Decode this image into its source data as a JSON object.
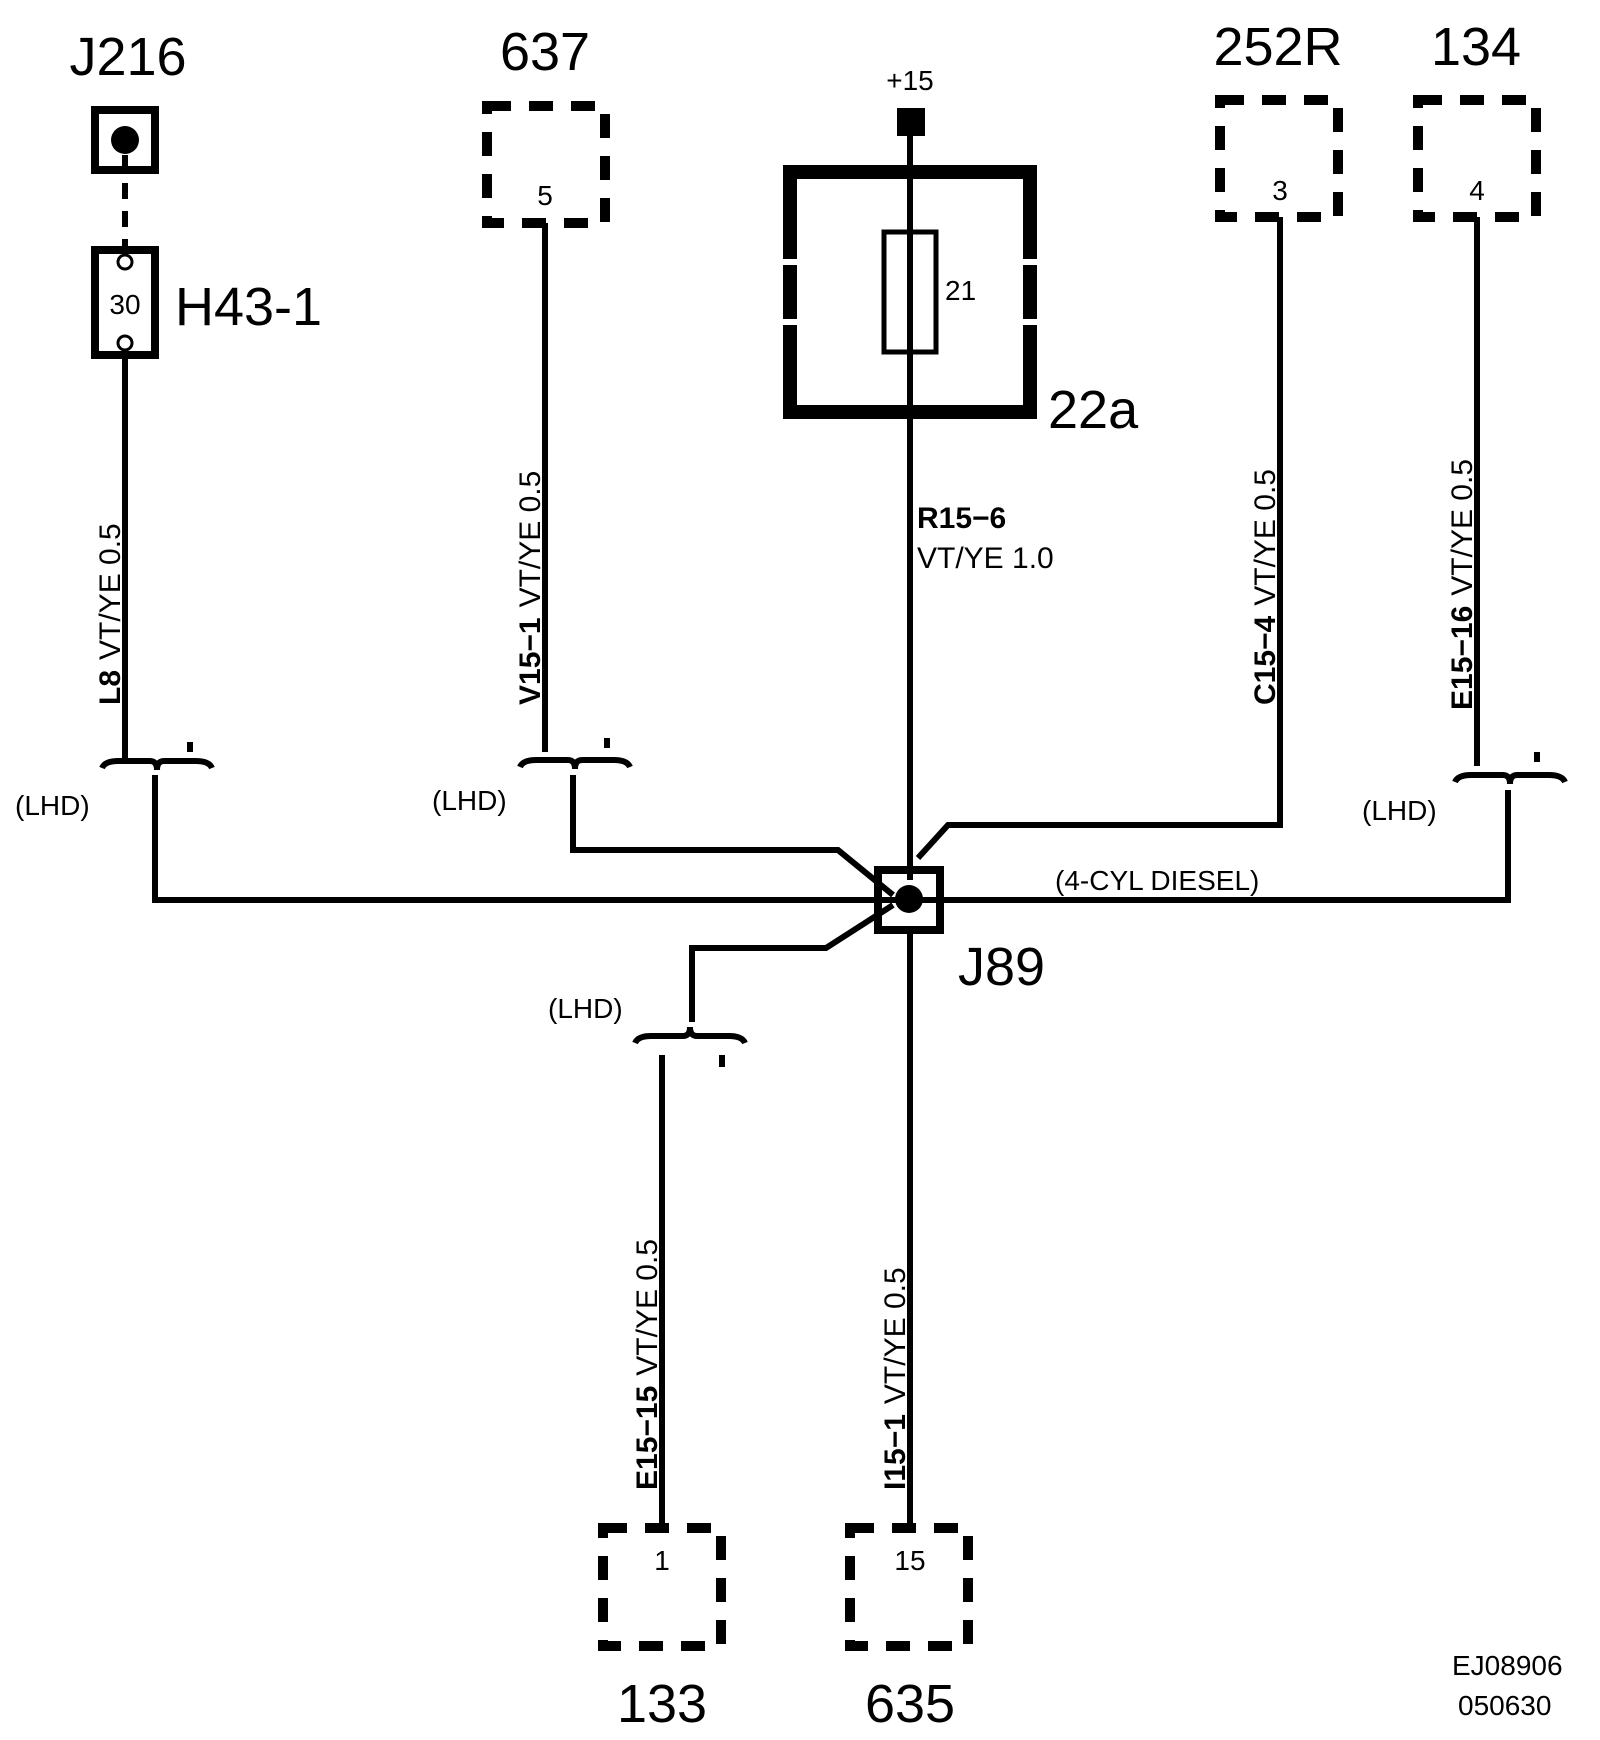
{
  "connectors": {
    "j216": {
      "name": "J216"
    },
    "h43": {
      "name": "H43-1",
      "pin": "30"
    },
    "c637": {
      "name": "637",
      "pin": "5"
    },
    "plus15": {
      "name": "+15"
    },
    "fuse": {
      "name": "22a",
      "fuse_no": "21"
    },
    "c252r": {
      "name": "252R",
      "pin": "3"
    },
    "c134": {
      "name": "134",
      "pin": "4"
    },
    "c133": {
      "name": "133",
      "pin": "1"
    },
    "c635": {
      "name": "635",
      "pin": "15"
    },
    "j89": {
      "name": "J89"
    }
  },
  "wires": {
    "l8": {
      "id": "L8",
      "spec": "VT/YE  0.5"
    },
    "v15_1": {
      "id": "V15−1",
      "spec": "VT/YE  0.5"
    },
    "r15_6": {
      "id": "R15−6",
      "spec": "VT/YE   1.0"
    },
    "c15_4": {
      "id": "C15−4",
      "spec": "VT/YE  0.5"
    },
    "e15_16": {
      "id": "E15−16",
      "spec": "VT/YE  0.5"
    },
    "e15_15": {
      "id": "E15−15",
      "spec": "VT/YE  0.5"
    },
    "i15_1": {
      "id": "I15−1",
      "spec": "VT/YE  0.5"
    }
  },
  "notes": {
    "lhd": "(LHD)",
    "diesel": "(4-CYL DIESEL)"
  },
  "footer": {
    "code": "EJ08906",
    "date": "050630"
  }
}
